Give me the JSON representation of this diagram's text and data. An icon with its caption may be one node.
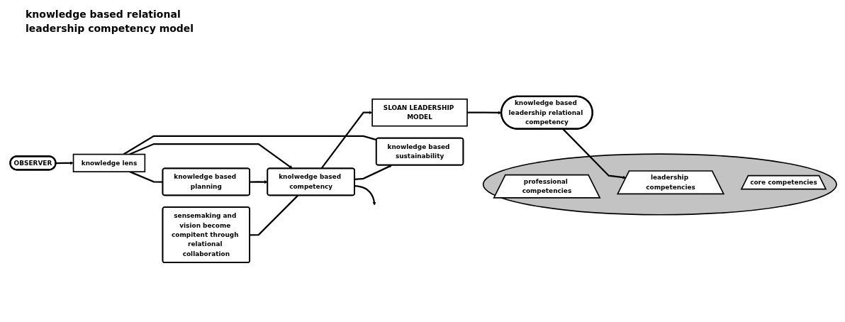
{
  "diagram": {
    "title": "knowledge based relational leadership competency model",
    "nodes": [
      {
        "text": [
          "OBSERVER"
        ]
      },
      {
        "text": [
          "knowledge lens"
        ]
      },
      {
        "text": [
          "knowledge based planning"
        ]
      },
      {
        "text": [
          "sensemaking and vision become compitent through relational collaboration"
        ]
      },
      {
        "text": [
          "knolwedge based competency"
        ]
      },
      {
        "text": [
          "SLOAN LEADERSHIP MODEL"
        ]
      },
      {
        "text": [
          "knowledge based sustainability"
        ]
      },
      {
        "text": [
          "knowledge based leadership relational competency"
        ]
      },
      {
        "text": [],
        "shape": "circle"
      },
      {
        "text": [
          "professional competencies"
        ],
        "in": 8
      },
      {
        "text": [
          "leadership competencies"
        ],
        "in": 8
      },
      {
        "text": [
          "core competencies"
        ],
        "in": 8
      }
    ],
    "edges": [
      {
        "from": 0,
        "to": 1,
        "arrow": "to"
      },
      {
        "from": 1,
        "to": 2,
        "arrow": "none"
      },
      {
        "from": 1,
        "to": 4,
        "arrow": "to"
      },
      {
        "from": 1,
        "to": 6,
        "arrow": "none"
      },
      {
        "from": 2,
        "to": 4,
        "arrow": "to"
      },
      {
        "from": 3,
        "to": 4,
        "arrow": "none"
      },
      {
        "from": 4,
        "to": null,
        "arrow": "to"
      },
      {
        "from": 4,
        "to": 6,
        "arrow": "to"
      },
      {
        "from": 4,
        "to": 5,
        "arrow": "to"
      },
      {
        "from": 5,
        "to": 7,
        "arrow": "to"
      },
      {
        "from": 7,
        "to": 10,
        "arrow": "to"
      }
    ]
  }
}
